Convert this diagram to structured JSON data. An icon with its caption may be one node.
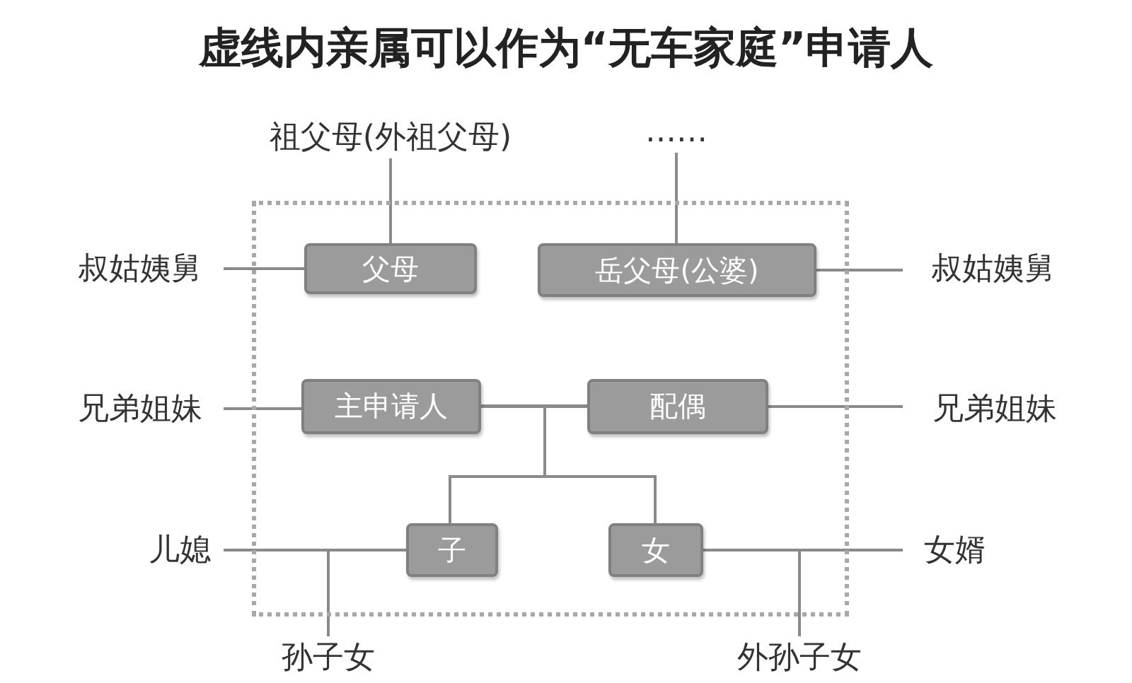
{
  "diagram": {
    "title": "虚线内亲属可以作为“无车家庭”申请人",
    "nodes": [
      {
        "text": [
          "祖父母(外祖父母)"
        ]
      },
      {
        "text": [
          "……"
        ]
      },
      {
        "text": [],
        "shape": "box"
      },
      {
        "text": [
          "叔姑姨舅"
        ]
      },
      {
        "text": [
          "父母"
        ],
        "in": 2
      },
      {
        "text": [
          "岳父母(公婆)"
        ],
        "in": 2
      },
      {
        "text": [
          "叔姑姨舅"
        ]
      },
      {
        "text": [
          "兄弟姐妹"
        ]
      },
      {
        "text": [
          "主申请人"
        ],
        "in": 2
      },
      {
        "text": [
          "配偶"
        ],
        "in": 2
      },
      {
        "text": [
          "兄弟姐妹"
        ]
      },
      {
        "text": [
          "儿媳"
        ]
      },
      {
        "text": [
          "子"
        ],
        "in": 2
      },
      {
        "text": [
          "女"
        ],
        "in": 2
      },
      {
        "text": [
          "女婿"
        ]
      },
      {
        "text": [
          "孙子女"
        ]
      },
      {
        "text": [
          "外孙子女"
        ]
      }
    ],
    "edges": [
      {
        "from": 0,
        "to": 4,
        "arrow": "none"
      },
      {
        "from": 1,
        "to": 5,
        "arrow": "none"
      },
      {
        "from": 3,
        "to": 4,
        "arrow": "none"
      },
      {
        "from": 5,
        "to": 6,
        "arrow": "none"
      },
      {
        "from": 7,
        "to": 8,
        "arrow": "none"
      },
      {
        "from": 8,
        "to": 9,
        "arrow": "none"
      },
      {
        "from": 9,
        "to": 10,
        "arrow": "none"
      },
      {
        "from": 8,
        "to": 12,
        "arrow": "none"
      },
      {
        "from": 8,
        "to": 13,
        "arrow": "none"
      },
      {
        "from": 9,
        "to": 12,
        "arrow": "none"
      },
      {
        "from": 9,
        "to": 13,
        "arrow": "none"
      },
      {
        "from": 11,
        "to": 12,
        "arrow": "none"
      },
      {
        "from": 13,
        "to": 14,
        "arrow": "none"
      },
      {
        "from": 11,
        "to": 15,
        "arrow": "none"
      },
      {
        "from": 12,
        "to": 15,
        "arrow": "none"
      },
      {
        "from": 13,
        "to": 16,
        "arrow": "none"
      },
      {
        "from": 14,
        "to": 16,
        "arrow": "none"
      }
    ]
  }
}
